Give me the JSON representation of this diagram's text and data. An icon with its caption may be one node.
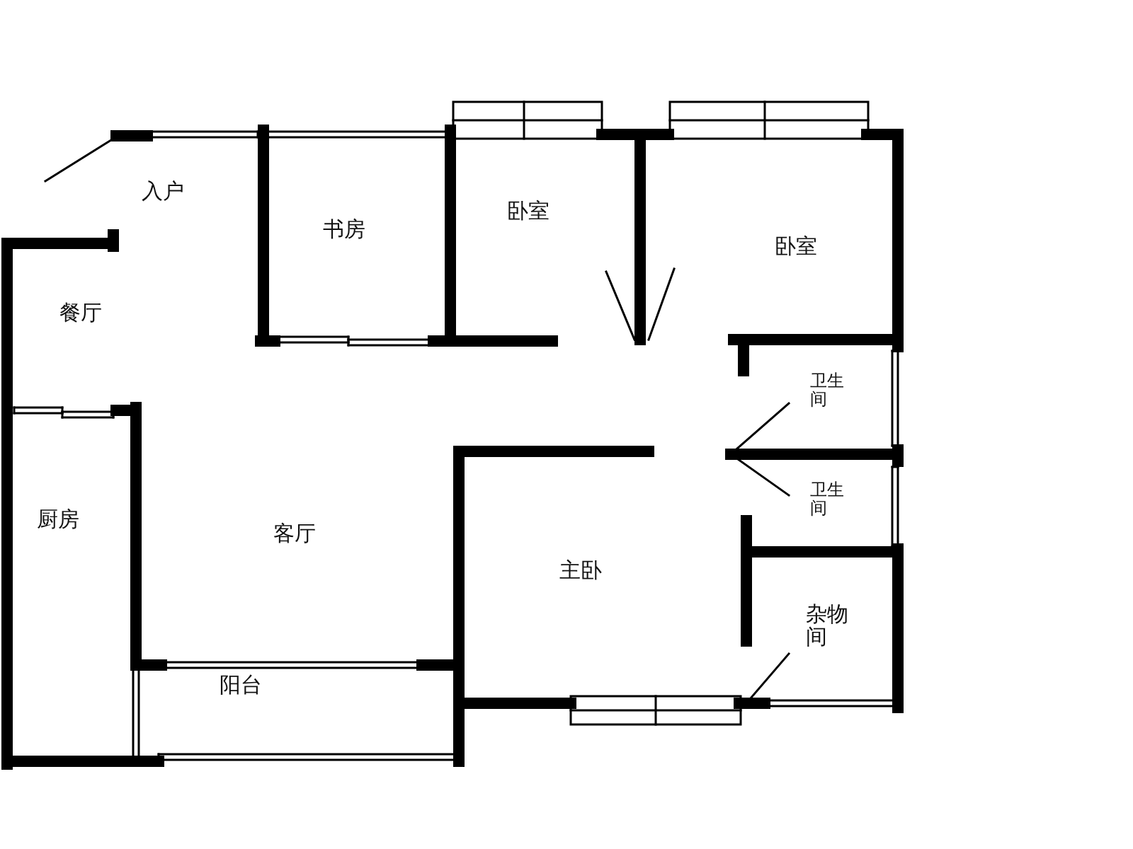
{
  "diagram": {
    "labels": [
      "入户",
      "书房",
      "卧室",
      "卧室",
      "餐厅",
      "卫生间",
      "卫生间",
      "厨房",
      "客厅",
      "主卧",
      "杂物间",
      "阳台"
    ]
  }
}
